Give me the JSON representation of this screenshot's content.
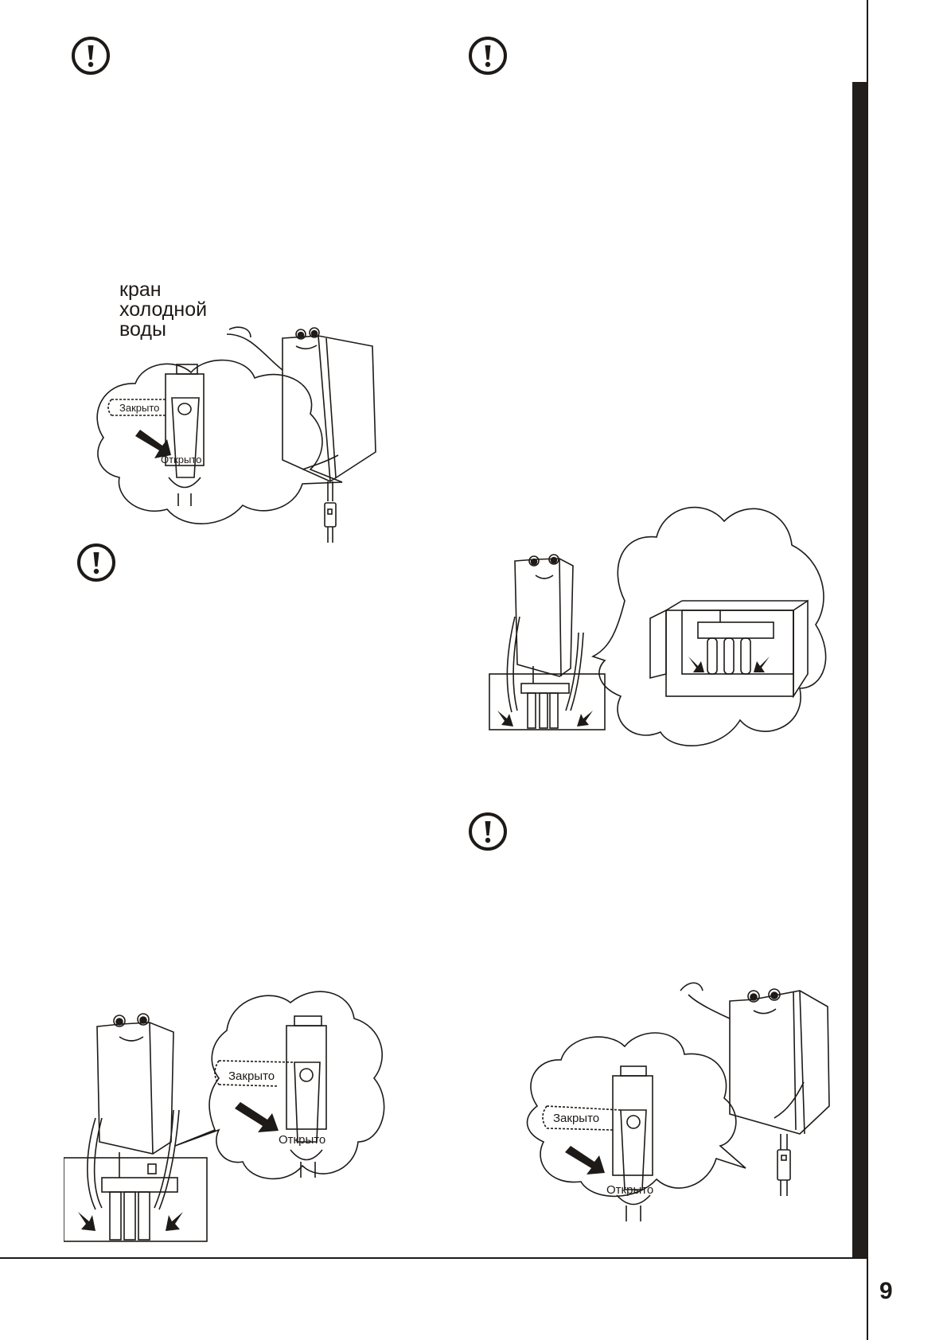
{
  "page": {
    "number": "9",
    "accent_color": "#1e1a17"
  },
  "icons": {
    "warning": "exclamation-circle-icon"
  },
  "figures": {
    "fig1": {
      "caption_lines": [
        "кран",
        "холодной",
        "воды"
      ],
      "closed_label": "Закрыто",
      "open_label": "Открыто"
    },
    "fig2": {
      "description": "heater with valves under housing, cabinet with three taps"
    },
    "fig3": {
      "closed_label": "Закрыто",
      "open_label": "Открыто"
    },
    "fig4": {
      "closed_label": "Закрыто",
      "open_label": "Открыто"
    }
  }
}
